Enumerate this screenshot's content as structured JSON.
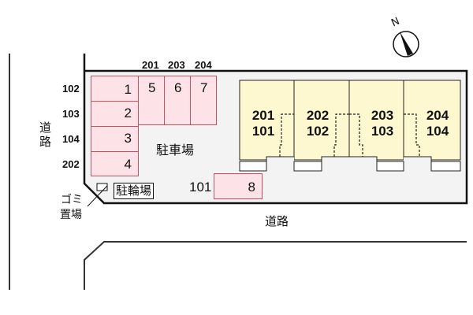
{
  "map": {
    "compass": {
      "label": "N",
      "icon": "north-arrow-icon"
    },
    "roads": {
      "west": "道路",
      "south": "道路"
    },
    "parking_lot_label": "駐車場",
    "bicycle_parking_label": "駐輪場",
    "garbage_label_line1": "ゴミ",
    "garbage_label_line2": "置場",
    "parking_spaces": [
      {
        "number": "1",
        "unit": "102"
      },
      {
        "number": "2",
        "unit": "103"
      },
      {
        "number": "3",
        "unit": "104"
      },
      {
        "number": "4",
        "unit": "202"
      },
      {
        "number": "5",
        "unit": "201"
      },
      {
        "number": "6",
        "unit": "203"
      },
      {
        "number": "7",
        "unit": "204"
      },
      {
        "number": "8",
        "unit": "101"
      }
    ],
    "buildings": [
      {
        "upper": "201",
        "lower": "101"
      },
      {
        "upper": "202",
        "lower": "102"
      },
      {
        "upper": "203",
        "lower": "103"
      },
      {
        "upper": "204",
        "lower": "104"
      }
    ],
    "colors": {
      "parking_fill": "#fde2e8",
      "parking_border": "#c0545f",
      "building_fill": "#fdf8cf",
      "lot_fill": "#f3f3f3"
    }
  }
}
